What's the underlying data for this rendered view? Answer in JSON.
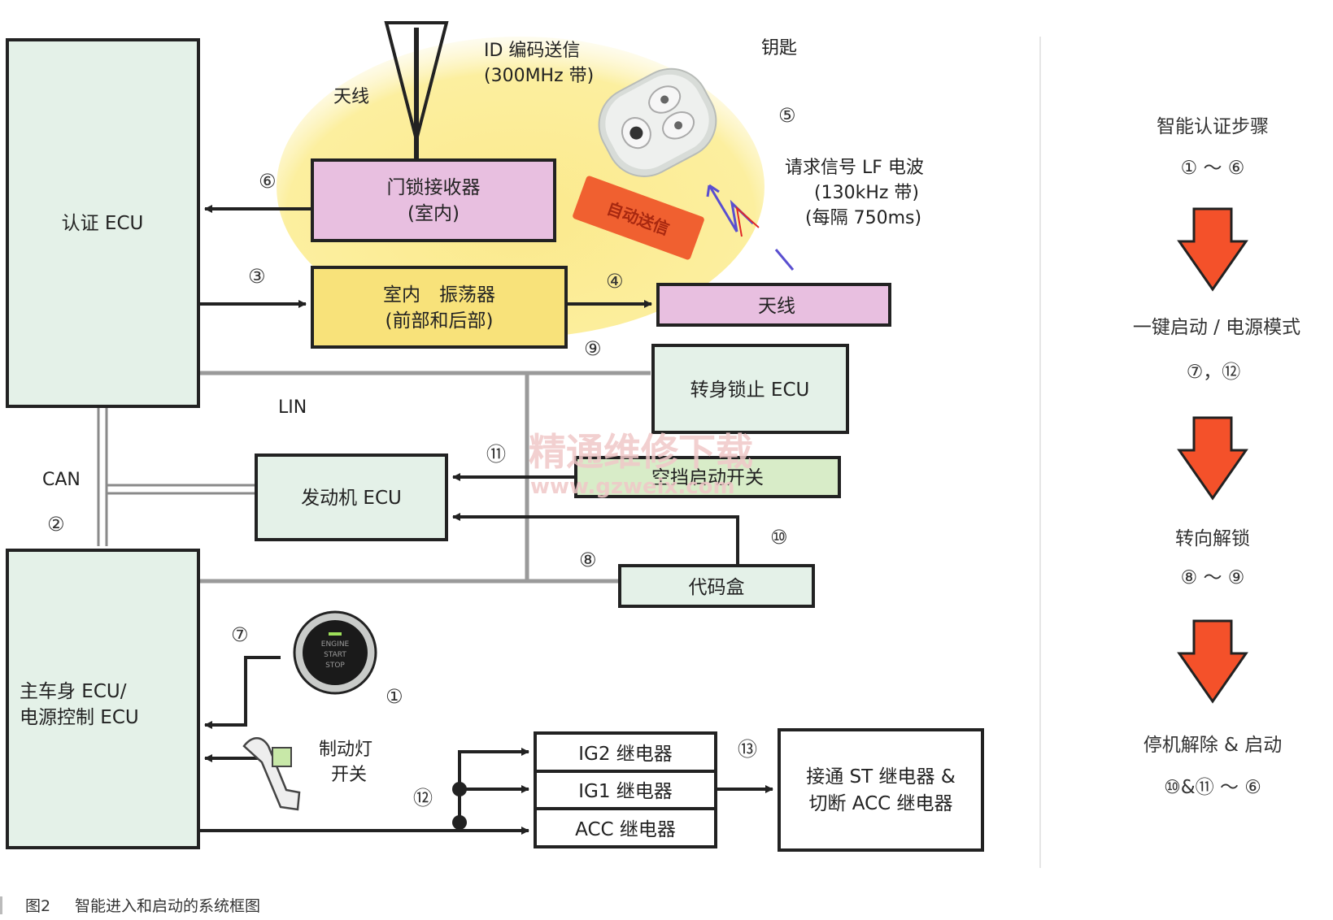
{
  "colors": {
    "ecu_fill": "#e4f1e8",
    "pink_fill": "#e8bfe0",
    "yellow_fill": "#f8e27a",
    "halo": "#fbe98c",
    "bus_gray": "#9a9a9a",
    "arrow_red": "#f4512a",
    "line_dark": "#222222",
    "tag_red": "#f06030"
  },
  "icons": {
    "antenna": "antenna-icon",
    "key_fob": "key-fob-icon",
    "start_button": "engine-start-stop-button-icon",
    "brake_pedal": "brake-pedal-icon",
    "step_arrow": "down-arrow-icon"
  },
  "boxes": {
    "auth_ecu": "认证 ECU",
    "door_receiver_1": "门锁接收器",
    "door_receiver_2": "(室内)",
    "oscillator_1": "室内　振荡器",
    "oscillator_2": "(前部和后部)",
    "antenna_box": "天线",
    "steering_lock": "转身锁止 ECU",
    "engine_ecu": "发动机 ECU",
    "neutral_switch": "空挡启动开关",
    "code_box": "代码盒",
    "main_body_1": "主车身 ECU/",
    "main_body_2": "电源控制 ECU",
    "ig2": "IG2 继电器",
    "ig1": "IG1 继电器",
    "acc": "ACC 继电器",
    "st_relay_1": "接通 ST 继电器 &",
    "st_relay_2": "切断 ACC 继电器"
  },
  "labels": {
    "antenna": "天线",
    "id_tx_1": "ID 编码送信",
    "id_tx_2": "(300MHz 带)",
    "key": "钥匙",
    "request_1": "请求信号 LF 电波",
    "request_2": "(130kHz 带)",
    "request_3": "(每隔 750ms)",
    "lin": "LIN",
    "can": "CAN",
    "brake_1": "制动灯",
    "brake_2": "开关",
    "start_btn_1": "ENGINE",
    "start_btn_2": "START",
    "start_btn_3": "STOP",
    "auto_send": "自动送信"
  },
  "markers": {
    "m1": "①",
    "m2": "②",
    "m3": "③",
    "m4": "④",
    "m5": "⑤",
    "m6": "⑥",
    "m7": "⑦",
    "m8": "⑧",
    "m9": "⑨",
    "m10": "⑩",
    "m11": "⑪",
    "m12": "⑫",
    "m13": "⑬"
  },
  "steps": [
    {
      "title": "智能认证步骤",
      "range": "① ～ ⑥"
    },
    {
      "title": "一键启动 / 电源模式",
      "range": "⑦，⑫"
    },
    {
      "title": "转向解锁",
      "range": "⑧ ～ ⑨"
    },
    {
      "title": "停机解除 & 启动",
      "range": "⑩&⑪ ～ ⑥"
    }
  ],
  "watermark": {
    "line1": "精通维修下载",
    "line2": "www.gzweix.com"
  },
  "caption": {
    "number": "图2",
    "text": "智能进入和启动的系统框图"
  }
}
